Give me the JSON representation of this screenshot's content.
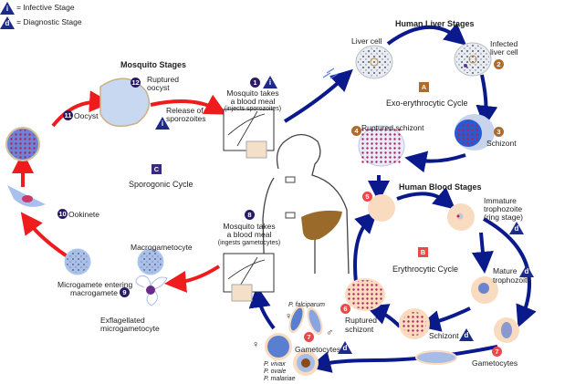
{
  "legend": {
    "infective": {
      "symbol": "i",
      "label": "= Infective Stage"
    },
    "diagnostic": {
      "symbol": "d",
      "label": "= Diagnostic Stage"
    }
  },
  "sections": {
    "mosquito": "Mosquito Stages",
    "liver": "Human Liver Stages",
    "blood": "Human Blood Stages"
  },
  "cycles": {
    "A": {
      "letter": "A",
      "label": "Exo-erythrocytic Cycle"
    },
    "B": {
      "letter": "B",
      "label": "Erythrocytic Cycle"
    },
    "C": {
      "letter": "C",
      "label": "Sporogonic Cycle"
    }
  },
  "stages": [
    {
      "num": "1",
      "line1": "Mosquito takes",
      "line2": "a blood meal",
      "line3": "(injects sporozoites)"
    },
    {
      "num": "2",
      "line1": "Infected",
      "line2": "liver cell"
    },
    {
      "num": "3",
      "line1": "Schizont"
    },
    {
      "num": "4",
      "line1": "Ruptured schizont"
    },
    {
      "num": "5"
    },
    {
      "num": "6",
      "line1": "Ruptured",
      "line2": "schizont"
    },
    {
      "num": "7",
      "line1": "Gametocytes"
    },
    {
      "num": "8",
      "line1": "Mosquito takes",
      "line2": "a blood meal",
      "line3": "(ingests gametocytes)"
    },
    {
      "num": "9",
      "line1": "Microgamete entering",
      "line2": "macrogamete"
    },
    {
      "num": "10",
      "line1": "Ookinete"
    },
    {
      "num": "11",
      "line1": "Oocyst"
    },
    {
      "num": "12",
      "line1": "Ruptured",
      "line2": "oocyst"
    }
  ],
  "labels": {
    "liver_cell": "Liver cell",
    "release_1": "Release of",
    "release_2": "sporozoites",
    "immature_1": "Immature",
    "immature_2": "trophozoite",
    "immature_3": "(ring stage)",
    "mature_1": "Mature",
    "mature_2": "trophozoite",
    "schizont_blood": "Schizont",
    "gametocytes_right": "Gametocytes",
    "macrogametocyte": "Macrogametocyte",
    "exflag_1": "Exflagellated",
    "exflag_2": "microgametocyte",
    "p_falciparum": "P. falciparum",
    "p_vivax": "P. vivax",
    "p_ovale": "P. ovale",
    "p_malariae": "P. malariae",
    "female": "♀",
    "male": "♂"
  },
  "colors": {
    "human_arrow": "#0a1a8c",
    "mosquito_arrow": "#ee1c1c",
    "rbc": "#f9dcc0",
    "parasite": "#5a7fd0",
    "liver": "#9a6a2a"
  }
}
